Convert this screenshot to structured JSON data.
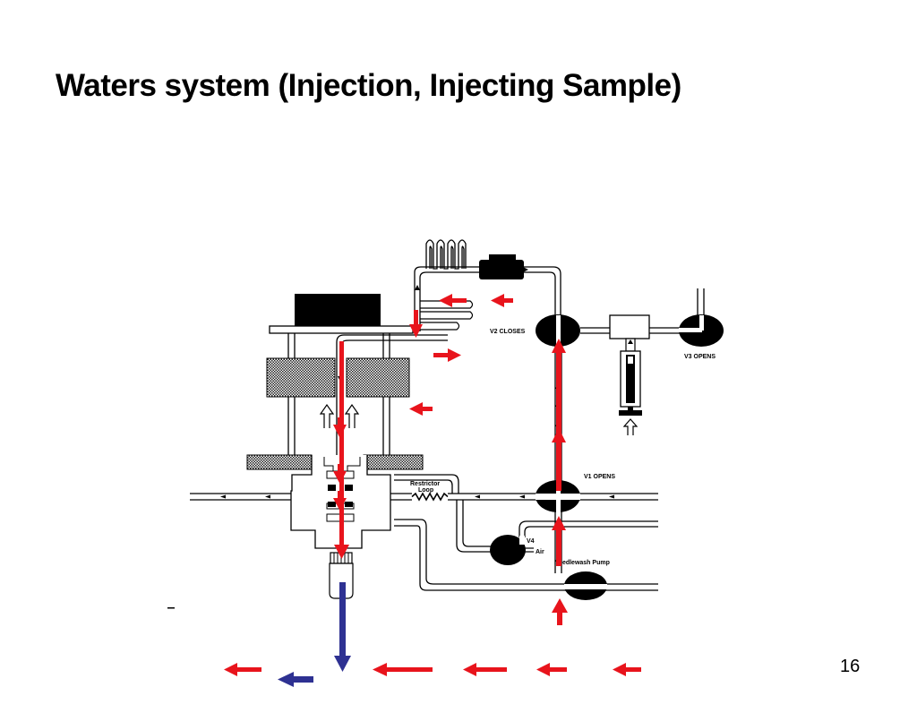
{
  "slide": {
    "title": "Waters system (Injection, Injecting Sample)",
    "page_number": "16"
  },
  "diagram": {
    "labels": {
      "v2": "V2 CLOSES",
      "v3": "V3 OPENS",
      "v1": "V1 OPENS",
      "restrictor_line1": "Restrictor",
      "restrictor_line2": "Loop",
      "v4": "V4",
      "air": "Air",
      "needlewash": "Needlewash Pump"
    },
    "colors": {
      "flow_arrow": "#e8141c",
      "sample_arrow": "#2e3192",
      "component": "#000000"
    }
  }
}
